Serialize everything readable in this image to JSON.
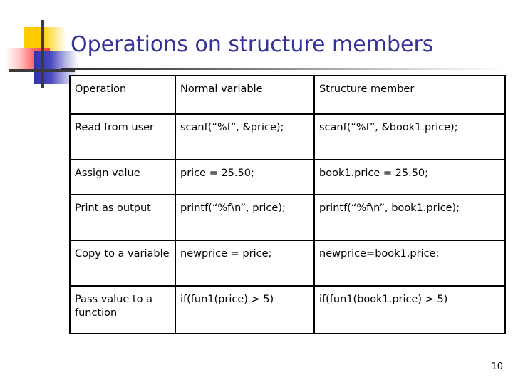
{
  "slide": {
    "title": "Operations on structure members",
    "page_number": "10",
    "title_color": "#333399",
    "accent_colors": {
      "yellow": "#FFCC00",
      "red": "#FF3B3B",
      "blue": "#3333AA",
      "cross_line": "#3A3A3A",
      "rule_start": "#2B2B2B"
    }
  },
  "table": {
    "headers": [
      "Operation",
      "Normal variable",
      "Structure member"
    ],
    "rows": [
      {
        "operation": "Read from user",
        "normal_variable": "scanf(“%f”, &price);",
        "structure_member": "scanf(“%f”, &book1.price);"
      },
      {
        "operation": "Assign value",
        "normal_variable": "price = 25.50;",
        "structure_member": "book1.price = 25.50;"
      },
      {
        "operation": "Print as output",
        "normal_variable": "printf(“%f\\n”, price);",
        "structure_member": "printf(“%f\\n”, book1.price);"
      },
      {
        "operation": "Copy to a variable",
        "normal_variable": "newprice = price;",
        "structure_member": "newprice=book1.price;"
      },
      {
        "operation": "Pass value to a function",
        "normal_variable": "if(fun1(price) > 5)",
        "structure_member": "if(fun1(book1.price) > 5)"
      }
    ]
  }
}
